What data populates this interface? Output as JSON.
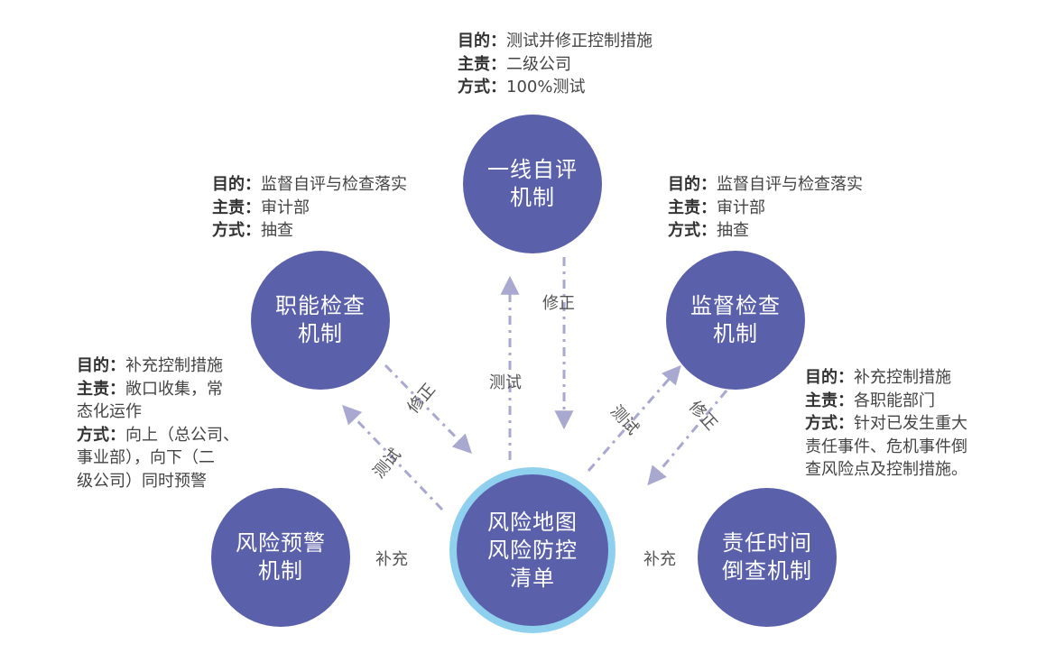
{
  "colors": {
    "node": "#5b60ab",
    "center_ring": "#8fd0ef",
    "arrow": "#a8a8d0"
  },
  "nodes": {
    "frontline": {
      "line1": "一线自评",
      "line2": "机制"
    },
    "functional": {
      "line1": "职能检查",
      "line2": "机制"
    },
    "supervision": {
      "line1": "监督检查",
      "line2": "机制"
    },
    "warning": {
      "line1": "风险预警",
      "line2": "机制"
    },
    "center": {
      "line1": "风险地图",
      "line2": "风险防控",
      "line3": "清单"
    },
    "liability": {
      "line1": "责任时间",
      "line2": "倒查机制"
    }
  },
  "info": {
    "frontline": {
      "purpose_key": "目的：",
      "purpose": "测试并修正控制措施",
      "owner_key": "主责：",
      "owner": "二级公司",
      "method_key": "方式：",
      "method": "100%测试"
    },
    "functional": {
      "purpose_key": "目的：",
      "purpose": "监督自评与检查落实",
      "owner_key": "主责：",
      "owner": "审计部",
      "method_key": "方式：",
      "method": "抽查"
    },
    "supervision": {
      "purpose_key": "目的：",
      "purpose": "监督自评与检查落实",
      "owner_key": "主责：",
      "owner": "审计部",
      "method_key": "方式：",
      "method": "抽查"
    },
    "warning": {
      "purpose_key": "目的：",
      "purpose": "补充控制措施",
      "owner_key": "主责：",
      "owner_1": "敞口收集，常",
      "owner_2": "态化运作",
      "method_key": "方式：",
      "method_1": "向上（总公司、",
      "method_2": "事业部），向下（二",
      "method_3": "级公司）同时预警"
    },
    "liability": {
      "purpose_key": "目的：",
      "purpose": "补充控制措施",
      "owner_key": "主责：",
      "owner": "各职能部门",
      "method_key": "方式：",
      "method_1": "针对已发生重大",
      "method_2": "责任事件、危机事件倒",
      "method_3": "查风险点及控制措施。"
    }
  },
  "edge_labels": {
    "frontline_test": "测试",
    "frontline_fix": "修正",
    "functional_fix": "修正",
    "functional_test": "测试",
    "supervision_test": "测试",
    "supervision_fix": "修正",
    "warning_supplement": "补充",
    "liability_supplement": "补充"
  }
}
